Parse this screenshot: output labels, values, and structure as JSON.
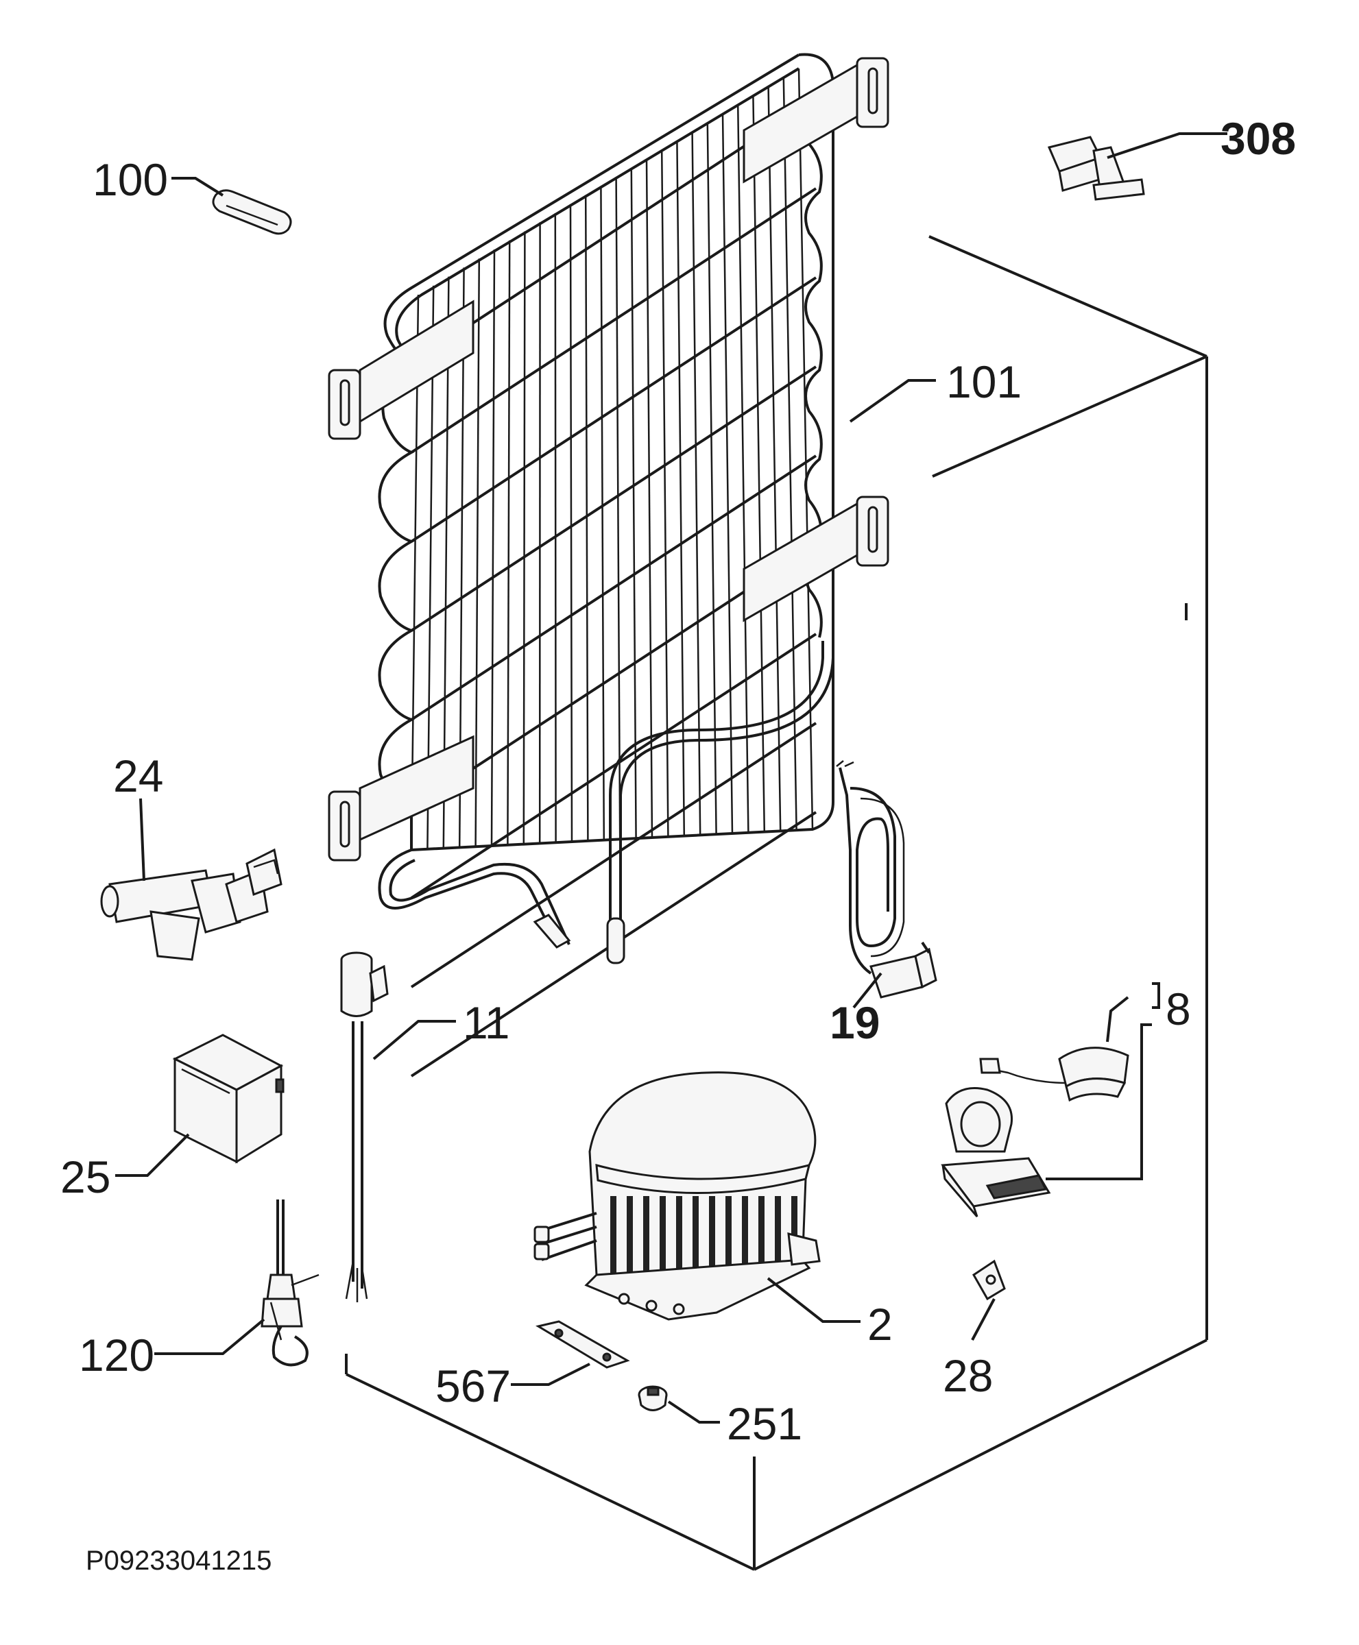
{
  "drawing_code": "P09233041215",
  "callouts": {
    "p100": "100",
    "p101": "101",
    "p308": "308",
    "p24": "24",
    "p11": "11",
    "p19": "19",
    "p8": "8",
    "p25": "25",
    "p2": "2",
    "p120": "120",
    "p567": "567",
    "p251": "251",
    "p28": "28"
  }
}
